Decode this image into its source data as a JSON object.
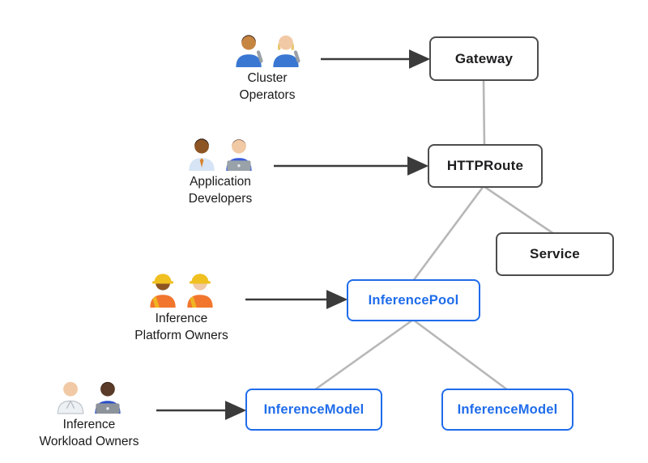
{
  "diagram": {
    "name": "gateway-api-inference-extension-resource-model",
    "background": "#ffffff"
  },
  "actors": [
    {
      "id": "cluster-operators",
      "label_lines": [
        "Cluster",
        "Operators"
      ],
      "emoji": "👨🏽‍🔧 👩🏼‍🔧",
      "icon": "mechanics-pair-icon"
    },
    {
      "id": "application-developers",
      "label_lines": [
        "Application",
        "Developers"
      ],
      "emoji": "👨🏾‍💼 👩🏻‍💻",
      "icon": "office-worker-and-technologist-pair-icon"
    },
    {
      "id": "inference-platform-owners",
      "label_lines": [
        "Inference",
        "Platform Owners"
      ],
      "emoji": "👷🏾‍♀️ 👷🏻",
      "icon": "construction-workers-pair-icon"
    },
    {
      "id": "inference-workload-owners",
      "label_lines": [
        "Inference",
        "Workload Owners"
      ],
      "emoji": "🧑🏼‍⚕️ 👨🏿‍💻",
      "icon": "scientist-and-technologist-pair-icon"
    }
  ],
  "nodes": [
    {
      "id": "gateway",
      "label": "Gateway",
      "style": "dark"
    },
    {
      "id": "httproute",
      "label": "HTTPRoute",
      "style": "dark"
    },
    {
      "id": "service",
      "label": "Service",
      "style": "dark"
    },
    {
      "id": "inferencepool",
      "label": "InferencePool",
      "style": "blue"
    },
    {
      "id": "inferencemodel-1",
      "label": "InferenceModel",
      "style": "blue"
    },
    {
      "id": "inferencemodel-2",
      "label": "InferenceModel",
      "style": "blue"
    }
  ],
  "edges": [
    {
      "from": "gateway",
      "to": "httproute",
      "type": "line"
    },
    {
      "from": "httproute",
      "to": "service",
      "type": "line"
    },
    {
      "from": "httproute",
      "to": "inferencepool",
      "type": "line"
    },
    {
      "from": "inferencepool",
      "to": "inferencemodel-1",
      "type": "line"
    },
    {
      "from": "inferencepool",
      "to": "inferencemodel-2",
      "type": "line"
    },
    {
      "from": "cluster-operators",
      "to": "gateway",
      "type": "arrow"
    },
    {
      "from": "application-developers",
      "to": "httproute",
      "type": "arrow"
    },
    {
      "from": "inference-platform-owners",
      "to": "inferencepool",
      "type": "arrow"
    },
    {
      "from": "inference-workload-owners",
      "to": "inferencemodel-1",
      "type": "arrow"
    }
  ],
  "colors": {
    "background": "#ffffff",
    "node_border_dark": "#4d4d4d",
    "node_text_dark": "#1d1d1f",
    "node_border_blue": "#1f6ceb",
    "node_text_blue": "#1f6ceb",
    "connector_line": "#b7b7b7",
    "arrow": "#3b3b3b",
    "actor_label_text": "#1a1a1a"
  }
}
